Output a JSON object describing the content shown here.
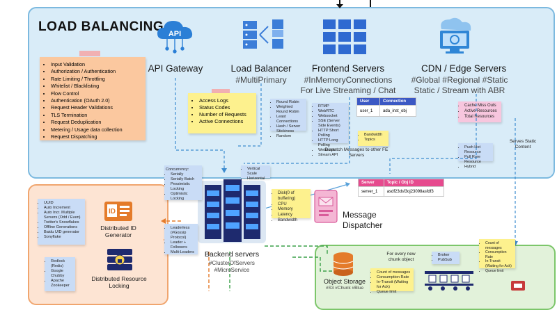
{
  "title": "LOAD BALANCING",
  "top_features": {
    "items": [
      "Input Validation",
      "Authorization / Authentication",
      "Rate Limiting / Throttling",
      "Whitelist / Blacklisting",
      "Flow Control",
      "Authentication (OAuth 2.0)",
      "Request Header Validations",
      "TLS Termination",
      "Request Deduplication",
      "Metering / Usage data collection",
      "Request Dispatching"
    ]
  },
  "api_gateway": {
    "icon_text": "API",
    "label": "API Gateway"
  },
  "load_balancer": {
    "label": "Load Balancer",
    "tag": "#MultiPrimary",
    "metrics": [
      "Access Logs",
      "Status Codes",
      "Number of Requests",
      "Active Connections"
    ],
    "algorithms": [
      "Round Robin",
      "Weighted Round Robin",
      "Least Connections",
      "Hash / Server Stickiness",
      "Random"
    ]
  },
  "frontend": {
    "label": "Frontend Servers",
    "tag1": "#InMemoryConnections",
    "tag2": "For Live Streaming / Chat",
    "protocols": [
      "RTMP",
      "WebRTC",
      "Websocket",
      "SSE (Server Side Events)",
      "HTTP Short Polling",
      "HTTP Long Polling",
      "Webhook",
      "Stream API"
    ],
    "conn_table": {
      "headers": [
        "User",
        "Connection"
      ],
      "rows": [
        [
          "user_1",
          "ada_inst_obj"
        ]
      ]
    },
    "extras": [
      "Bandwidth",
      "Topics"
    ],
    "dispatch_text": "Dispatch Messages to other FE Servers"
  },
  "cdn": {
    "label": "CDN / Edge Servers",
    "tag1": "#Global #Regional #Static",
    "tag2": "Static / Stream with ABR",
    "metrics": [
      "Cache Miss Outs",
      "Active Resources",
      "Total Resources"
    ],
    "resources": [
      "Push Hot Resource",
      "Pull Rare Resource",
      "Hybrid"
    ],
    "serves_text": "Serves Static Content"
  },
  "backend": {
    "label": "Backend servers",
    "tag1": "#ClusterOfServers",
    "tag2": "#MicroService",
    "concurrency": [
      "Concurrency:",
      "Serially",
      "Serially Batch",
      "Pessimistic Locking",
      "Optimistic Locking"
    ],
    "scale": [
      "Vertical Scale",
      "Horizontal"
    ],
    "stats": [
      "Disk(0 of buffering)",
      "CPU",
      "Memory",
      "Latency",
      "Bandwidth"
    ],
    "leaders": [
      "Leaderless (#Gossip Protocol)",
      "Leader + Followers",
      "Multi-Leaders"
    ]
  },
  "message_dispatcher": {
    "label": "Message Dispatcher",
    "table": {
      "headers": [
        "Server",
        "Topic / Obj ID"
      ],
      "rows": [
        [
          "server_1",
          "asdf23dsf3oj23098asfdf3"
        ]
      ]
    }
  },
  "distributed_id": {
    "label": "Distributed ID Generator",
    "items": [
      "UUID",
      "Auto Increment",
      "Auto Incr. Multiple Servers (Odd / Even)",
      "Twitter's Snowflakes",
      "Offline Generations",
      "Baidu UID generator",
      "Sonyflake"
    ]
  },
  "locking": {
    "label": "Distributed Resource Locking",
    "items": [
      "Redlock (Redis)",
      "Google Chubby",
      "Apache Zookeeper"
    ]
  },
  "object_storage": {
    "label": "Object Storage",
    "tag": "#S3 #Chunk #Blue"
  },
  "queue": {
    "chunk_text": "For every new chunk object",
    "metrics": [
      "Count of messages",
      "Consumption Rate",
      "In-Transit (Waiting for Ack)",
      "Queue limit"
    ],
    "broker": [
      "Broker",
      "PubSub"
    ],
    "right_metrics": [
      "Count of messages",
      "Consumption Rate",
      "In-Transit (Waiting for Ack)",
      "Queue limit"
    ]
  },
  "colors": {
    "main_panel": "#d9ecf8",
    "orange_panel": "#fde4d3",
    "green_panel": "#e2f2da",
    "accent_blue": "#3d8bcf"
  }
}
